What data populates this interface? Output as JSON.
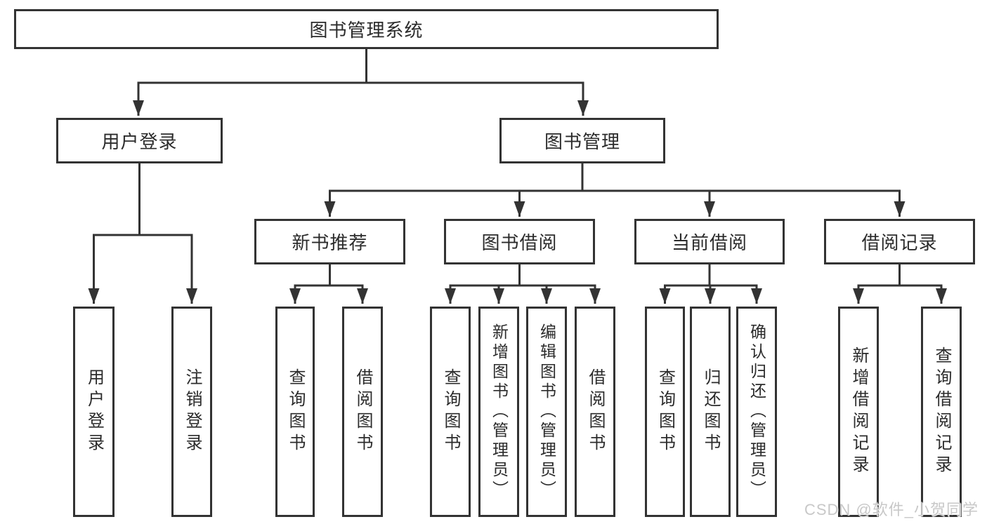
{
  "diagram": {
    "title": "图书管理系统",
    "branches": [
      {
        "label": "用户登录",
        "children": [
          {
            "label": "用户登录"
          },
          {
            "label": "注销登录"
          }
        ]
      },
      {
        "label": "图书管理",
        "children": [
          {
            "label": "新书推荐",
            "children": [
              {
                "label": "查询图书"
              },
              {
                "label": "借阅图书"
              }
            ]
          },
          {
            "label": "图书借阅",
            "children": [
              {
                "label": "查询图书"
              },
              {
                "label": "新增图书（管理员）"
              },
              {
                "label": "编辑图书（管理员）"
              },
              {
                "label": "借阅图书"
              }
            ]
          },
          {
            "label": "当前借阅",
            "children": [
              {
                "label": "查询图书"
              },
              {
                "label": "归还图书"
              },
              {
                "label": "确认归还（管理员）"
              }
            ]
          },
          {
            "label": "借阅记录",
            "children": [
              {
                "label": "新增借阅记录"
              },
              {
                "label": "查询借阅记录"
              }
            ]
          }
        ]
      }
    ]
  },
  "watermark": "CSDN @软件_小贺同学",
  "colors": {
    "line": "#333333",
    "box_border": "#333333",
    "text": "#2b2b2b",
    "watermark": "#c8c8c8",
    "background": "#ffffff"
  }
}
